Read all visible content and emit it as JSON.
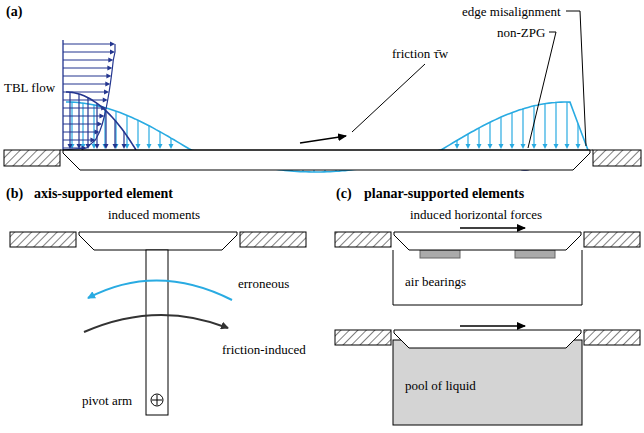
{
  "diagram": {
    "labels": [
      "(a)",
      "TBL flow",
      "edge misalignment",
      "non-ZPG",
      "friction τ̄w",
      "(b)",
      "axis-supported element",
      "(c)",
      "planar-supported elements",
      "induced moments",
      "erroneous",
      "friction-induced",
      "pivot arm",
      "induced horizontal forces",
      "air bearings",
      "pool of liquid"
    ]
  }
}
